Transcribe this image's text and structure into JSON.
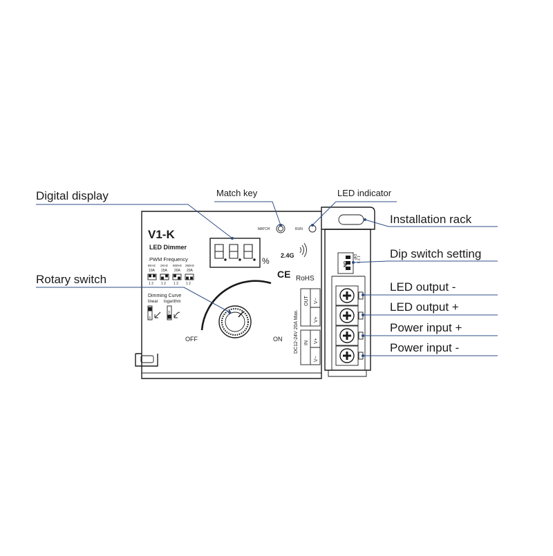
{
  "device": {
    "model": "V1-K",
    "subtitle": "LED Dimmer",
    "display_percent": "%",
    "match_label": "MATCH",
    "run_label": "RUN",
    "wireless": "2.4G",
    "ce": "CE",
    "rohs": "RoHS",
    "off": "OFF",
    "on": "ON",
    "pwm_title": "PWM Frequency",
    "pwm_options": [
      {
        "freq": "8KHz",
        "current": "10A"
      },
      {
        "freq": "2KHz",
        "current": "15A"
      },
      {
        "freq": "500Hz",
        "current": "20A"
      },
      {
        "freq": "250Hz",
        "current": "20A"
      }
    ],
    "dip_small_label": "1 2",
    "curve_title": "Dimming Curve",
    "curve_linear": "linear",
    "curve_log": "logarithm",
    "curve_num": "3",
    "out_label": "OUT",
    "in_label": "IN",
    "v_minus": "V−",
    "v_plus": "V+",
    "rating": "DC12-24V  20A Max.",
    "dip_on": "ON",
    "dip_dip": "DIP",
    "dip_numbers": "1 2 3"
  },
  "callouts": {
    "digital_display": "Digital display",
    "match_key": "Match key",
    "led_indicator": "LED indicator",
    "installation_rack": "Installation rack",
    "dip_switch": "Dip switch setting",
    "rotary_switch": "Rotary switch",
    "led_output_minus": "LED output -",
    "led_output_plus": "LED output +",
    "power_input_plus": "Power input +",
    "power_input_minus": "Power input -"
  },
  "colors": {
    "leader": "#2d4d86",
    "outline": "#1a1a1a"
  }
}
